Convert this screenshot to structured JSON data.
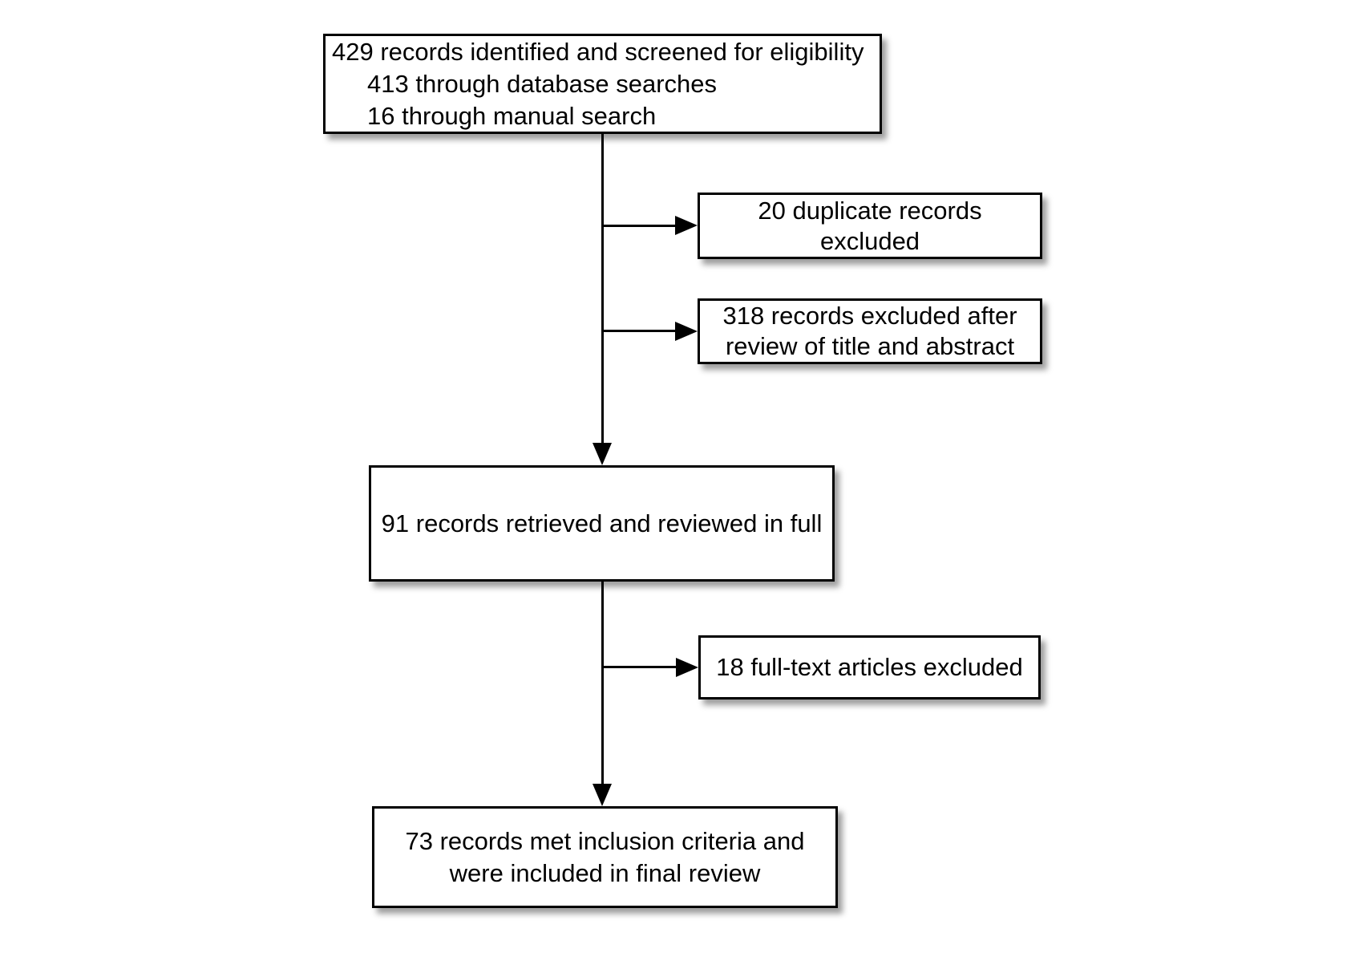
{
  "style": {
    "background_color": "#ffffff",
    "box_fill_color": "#ffffff",
    "box_border_color": "#000000",
    "text_color": "#000000",
    "connector_color": "#000000"
  },
  "flowchart": {
    "identified": {
      "line1": "429 records identified and screened for eligibility",
      "line2": "413 through database searches",
      "line3": "16 through manual search"
    },
    "duplicates_excluded": {
      "line1": "20 duplicate records",
      "line2": "excluded"
    },
    "title_abstract_excluded": {
      "line1": "318 records excluded after",
      "line2": "review of title and abstract"
    },
    "full_review": {
      "line1": "91 records retrieved and reviewed in full"
    },
    "fulltext_excluded": {
      "line1": "18 full-text articles excluded"
    },
    "included": {
      "line1": "73 records met inclusion criteria and",
      "line2": "were included in final review"
    }
  }
}
